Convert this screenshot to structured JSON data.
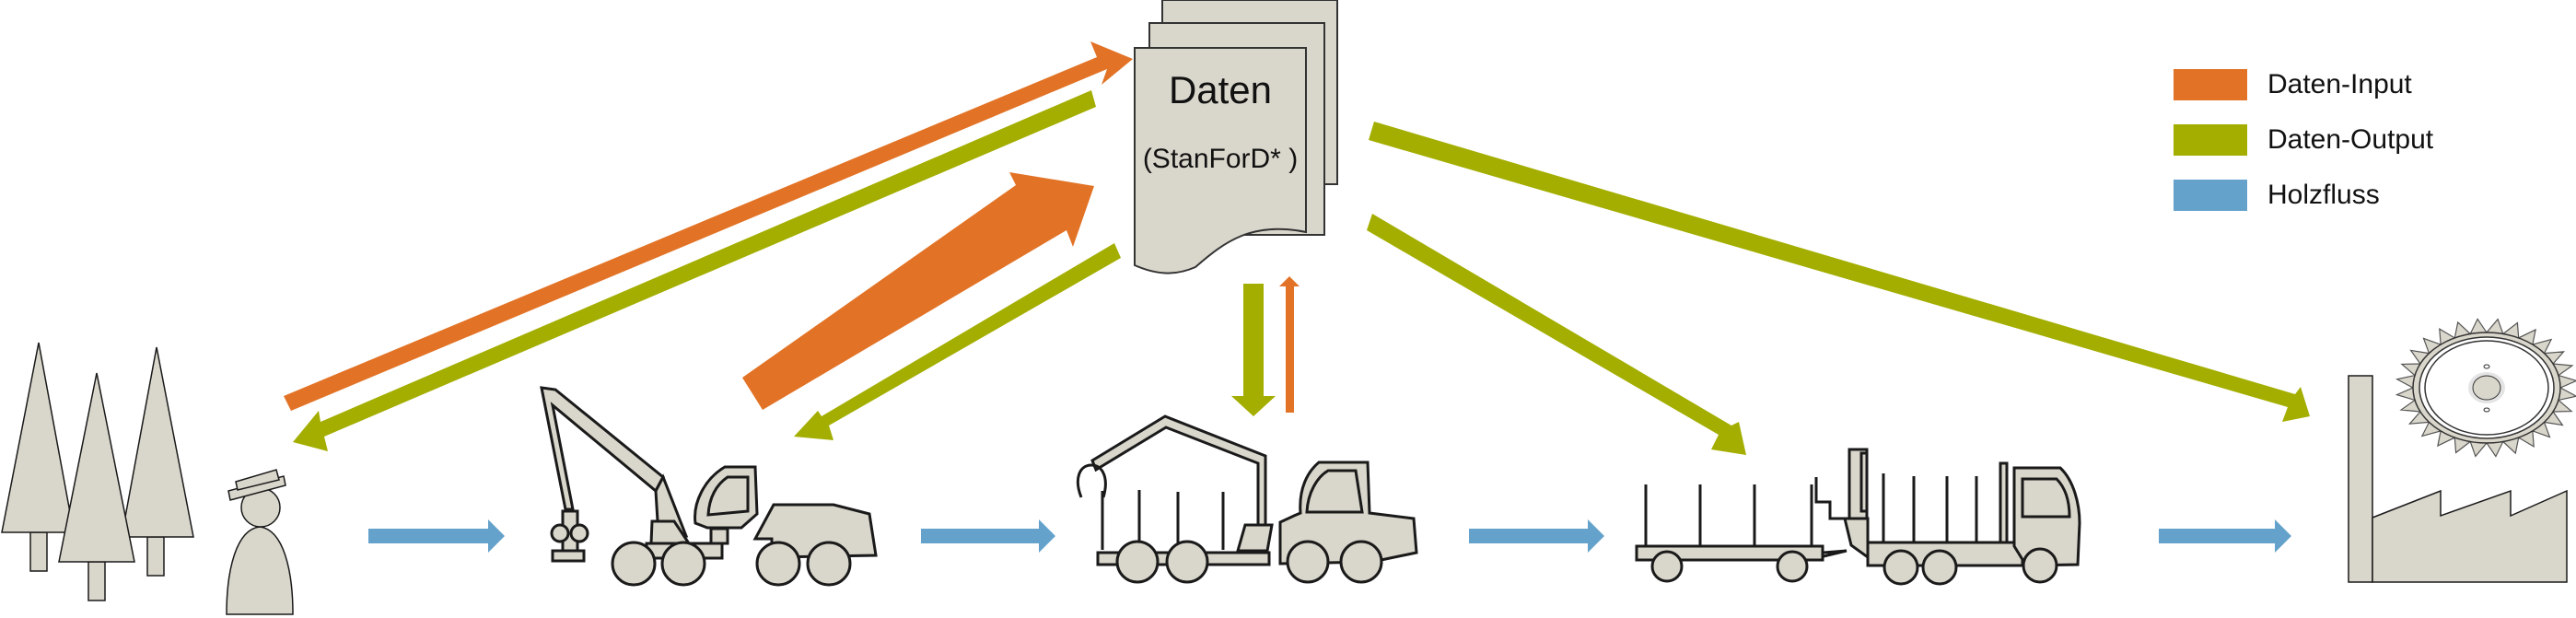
{
  "diagram": {
    "title": "Holz- und Datenfluss in der Holzbereitstellungskette",
    "data_store": {
      "title": "Daten",
      "subtitle": "(StanForD* )"
    },
    "stages": [
      {
        "id": "forest_owner",
        "label": "Waldbesitzer / Wald"
      },
      {
        "id": "harvester",
        "label": "Harvester"
      },
      {
        "id": "forwarder",
        "label": "Forwarder"
      },
      {
        "id": "truck",
        "label": "Holztransport-LKW"
      },
      {
        "id": "sawmill",
        "label": "Sägewerk"
      }
    ],
    "flows": [
      {
        "type": "input",
        "from": "forest_owner",
        "to": "data_store"
      },
      {
        "type": "output",
        "from": "data_store",
        "to": "forest_owner"
      },
      {
        "type": "input",
        "from": "harvester",
        "to": "data_store",
        "emphasis": "thick"
      },
      {
        "type": "output",
        "from": "data_store",
        "to": "harvester"
      },
      {
        "type": "output",
        "from": "data_store",
        "to": "forwarder"
      },
      {
        "type": "input",
        "from": "forwarder",
        "to": "data_store",
        "emphasis": "thin"
      },
      {
        "type": "output",
        "from": "data_store",
        "to": "truck"
      },
      {
        "type": "output",
        "from": "data_store",
        "to": "sawmill"
      },
      {
        "type": "wood",
        "from": "forest_owner",
        "to": "harvester"
      },
      {
        "type": "wood",
        "from": "harvester",
        "to": "forwarder"
      },
      {
        "type": "wood",
        "from": "forwarder",
        "to": "truck"
      },
      {
        "type": "wood",
        "from": "truck",
        "to": "sawmill"
      }
    ]
  },
  "legend": {
    "items": [
      {
        "label": "Daten-Input",
        "color": "#e27326"
      },
      {
        "label": "Daten-Output",
        "color": "#a3ae00"
      },
      {
        "label": "Holzfluss",
        "color": "#64a2cb"
      }
    ]
  },
  "colors": {
    "input": "#e27326",
    "output": "#a3ae00",
    "wood": "#64a2cb",
    "shape_fill": "#d9d6cb",
    "stroke": "#1a1a1a"
  }
}
